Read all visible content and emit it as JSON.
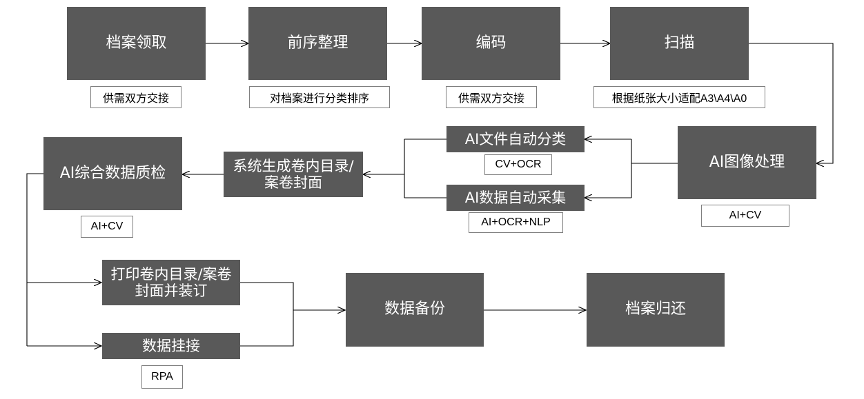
{
  "steps": {
    "archive_pickup": "档案领取",
    "pre_sorting": "前序整理",
    "encoding": "编码",
    "scanning": "扫描",
    "ai_image_processing": "AI图像处理",
    "ai_file_classification": "AI文件自动分类",
    "ai_data_collection": "AI数据自动采集",
    "generate_catalog": "系统生成卷内目录/案卷封面",
    "ai_quality_check": "AI综合数据质检",
    "print_bind": "打印卷内目录/案卷封面并装订",
    "data_mounting": "数据挂接",
    "data_backup": "数据备份",
    "archive_return": "档案归还"
  },
  "labels": {
    "archive_pickup": "供需双方交接",
    "pre_sorting": "对档案进行分类排序",
    "encoding": "供需双方交接",
    "scanning": "根据纸张大小适配A3\\A4\\A0",
    "ai_image_processing": "AI+CV",
    "ai_file_classification": "CV+OCR",
    "ai_data_collection": "AI+OCR+NLP",
    "ai_quality_check": "AI+CV",
    "data_mounting": "RPA"
  },
  "colors": {
    "box": "#595959",
    "box_text": "#ffffff",
    "line": "#000000",
    "label_border": "#7f7f7f"
  }
}
